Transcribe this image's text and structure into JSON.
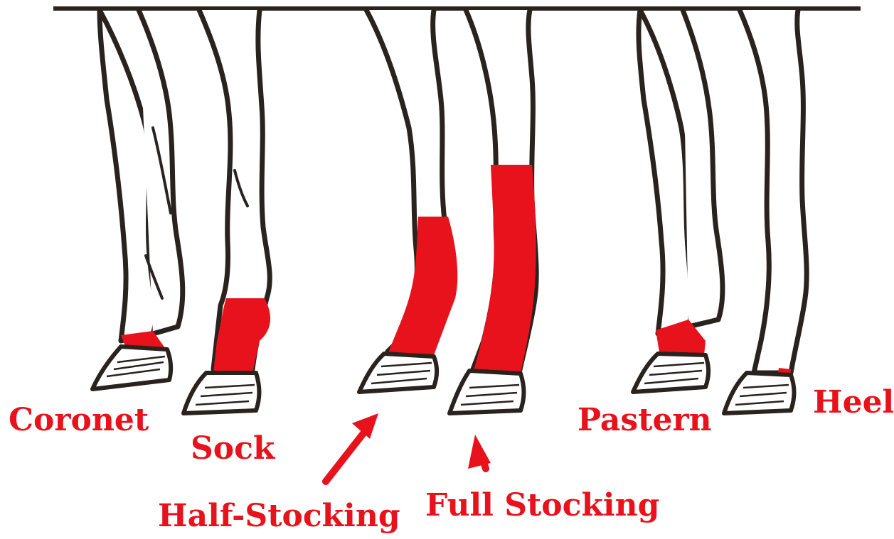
{
  "colors": {
    "marking": "#e8121c",
    "outline": "#2a221d",
    "background": "#ffffff"
  },
  "labels": {
    "coronet": "Coronet",
    "sock": "Sock",
    "half_stocking": "Half-Stocking",
    "full_stocking": "Full Stocking",
    "pastern": "Pastern",
    "heel": "Heel"
  }
}
